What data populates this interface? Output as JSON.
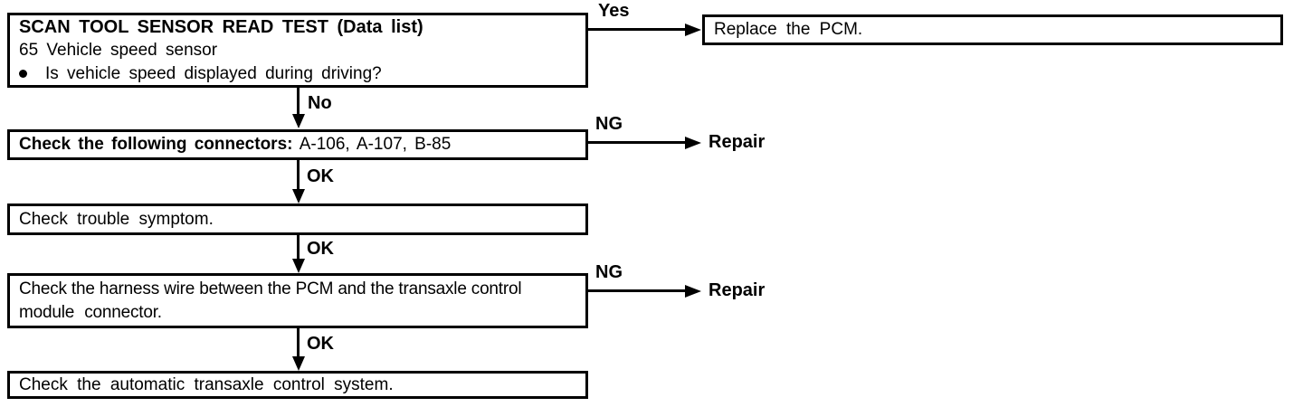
{
  "diagram": {
    "start_box": {
      "title": "SCAN TOOL SENSOR READ TEST (Data list)",
      "subtitle": "65 Vehicle speed sensor",
      "question": "Is vehicle speed displayed during driving?"
    },
    "boxes": {
      "replace_pcm": "Replace the PCM.",
      "check_connectors_label": "Check the following connectors:",
      "check_connectors_value": "A-106, A-107, B-85",
      "check_symptom": "Check trouble symptom.",
      "check_harness_line1": "Check the harness wire between the PCM and the transaxle control",
      "check_harness_line2": "module connector.",
      "check_at_system": "Check the automatic transaxle control system."
    },
    "labels": {
      "yes": "Yes",
      "no": "No",
      "ok": "OK",
      "ng": "NG",
      "repair": "Repair"
    }
  }
}
